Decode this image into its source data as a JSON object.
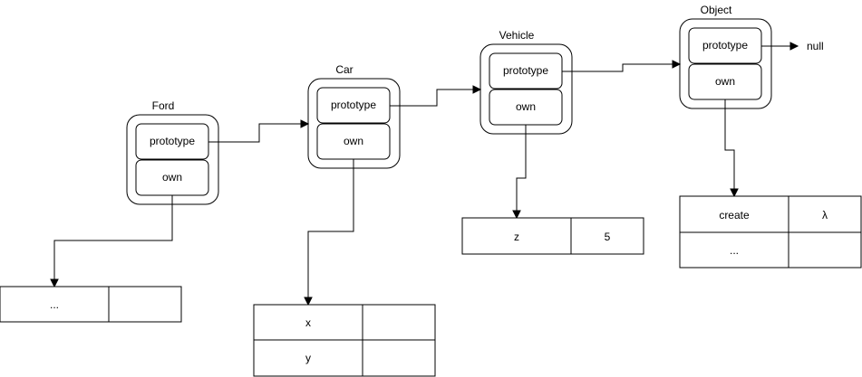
{
  "objects": [
    {
      "name": "Ford",
      "fields": [
        "prototype",
        "own"
      ]
    },
    {
      "name": "Car",
      "fields": [
        "prototype",
        "own"
      ]
    },
    {
      "name": "Vehicle",
      "fields": [
        "prototype",
        "own"
      ]
    },
    {
      "name": "Object",
      "fields": [
        "prototype",
        "own"
      ]
    }
  ],
  "tables": {
    "ford_own": [
      [
        "...",
        ""
      ]
    ],
    "car_own": [
      [
        "x",
        ""
      ],
      [
        "y",
        ""
      ]
    ],
    "vehicle_own": [
      [
        "z",
        "5"
      ]
    ],
    "object_own": [
      [
        "create",
        "λ"
      ],
      [
        "...",
        ""
      ]
    ]
  },
  "null_label": "null"
}
